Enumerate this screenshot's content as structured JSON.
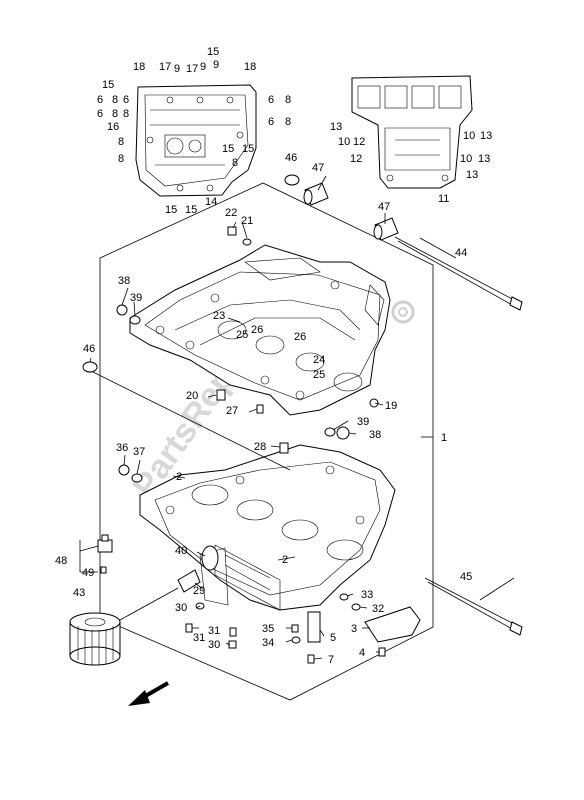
{
  "watermark": "PartsRepublik",
  "callouts": [
    {
      "id": "c15a",
      "label": "15"
    },
    {
      "id": "c9a",
      "label": "9"
    },
    {
      "id": "c18a",
      "label": "18"
    },
    {
      "id": "c17a",
      "label": "17"
    },
    {
      "id": "c9b",
      "label": "9"
    },
    {
      "id": "c17b",
      "label": "17"
    },
    {
      "id": "c9c",
      "label": "9"
    },
    {
      "id": "c18b",
      "label": "18"
    },
    {
      "id": "c15b",
      "label": "15"
    },
    {
      "id": "c6a",
      "label": "6"
    },
    {
      "id": "c8a",
      "label": "8"
    },
    {
      "id": "c6b",
      "label": "6"
    },
    {
      "id": "c8b",
      "label": "8"
    },
    {
      "id": "c16",
      "label": "16"
    },
    {
      "id": "c6c",
      "label": "6"
    },
    {
      "id": "c8c",
      "label": "8"
    },
    {
      "id": "c8d",
      "label": "8"
    },
    {
      "id": "c8e",
      "label": "8"
    },
    {
      "id": "c15c",
      "label": "15"
    },
    {
      "id": "c15d",
      "label": "15"
    },
    {
      "id": "c8f",
      "label": "8"
    },
    {
      "id": "c15e",
      "label": "15"
    },
    {
      "id": "c15f",
      "label": "15"
    },
    {
      "id": "c14",
      "label": "14"
    },
    {
      "id": "c6d",
      "label": "6"
    },
    {
      "id": "c8g",
      "label": "8"
    },
    {
      "id": "c6e",
      "label": "6"
    },
    {
      "id": "c8h",
      "label": "8"
    },
    {
      "id": "c13a",
      "label": "13"
    },
    {
      "id": "c10a",
      "label": "10"
    },
    {
      "id": "c12a",
      "label": "12"
    },
    {
      "id": "c12b",
      "label": "12"
    },
    {
      "id": "c10b",
      "label": "10"
    },
    {
      "id": "c13b",
      "label": "13"
    },
    {
      "id": "c10c",
      "label": "10"
    },
    {
      "id": "c13c",
      "label": "13"
    },
    {
      "id": "c13d",
      "label": "13"
    },
    {
      "id": "c11",
      "label": "11"
    },
    {
      "id": "c46a",
      "label": "46"
    },
    {
      "id": "c47a",
      "label": "47"
    },
    {
      "id": "c22",
      "label": "22"
    },
    {
      "id": "c21",
      "label": "21"
    },
    {
      "id": "c47b",
      "label": "47"
    },
    {
      "id": "c44",
      "label": "44"
    },
    {
      "id": "c38a",
      "label": "38"
    },
    {
      "id": "c39a",
      "label": "39"
    },
    {
      "id": "c23",
      "label": "23"
    },
    {
      "id": "c25a",
      "label": "25"
    },
    {
      "id": "c26a",
      "label": "26"
    },
    {
      "id": "c26b",
      "label": "26"
    },
    {
      "id": "c24",
      "label": "24"
    },
    {
      "id": "c25b",
      "label": "25"
    },
    {
      "id": "c46b",
      "label": "46"
    },
    {
      "id": "c20",
      "label": "20"
    },
    {
      "id": "c27",
      "label": "27"
    },
    {
      "id": "c19",
      "label": "19"
    },
    {
      "id": "c39b",
      "label": "39"
    },
    {
      "id": "c38b",
      "label": "38"
    },
    {
      "id": "c1",
      "label": "1"
    },
    {
      "id": "c28",
      "label": "28"
    },
    {
      "id": "c36",
      "label": "36"
    },
    {
      "id": "c37",
      "label": "37"
    },
    {
      "id": "c2a",
      "label": "2"
    },
    {
      "id": "c2b",
      "label": "2"
    },
    {
      "id": "c48",
      "label": "48"
    },
    {
      "id": "c49",
      "label": "49"
    },
    {
      "id": "c40",
      "label": "40"
    },
    {
      "id": "c29",
      "label": "29"
    },
    {
      "id": "c43",
      "label": "43"
    },
    {
      "id": "c30a",
      "label": "30"
    },
    {
      "id": "c31a",
      "label": "31"
    },
    {
      "id": "c31b",
      "label": "31"
    },
    {
      "id": "c30b",
      "label": "30"
    },
    {
      "id": "c33",
      "label": "33"
    },
    {
      "id": "c32",
      "label": "32"
    },
    {
      "id": "c35",
      "label": "35"
    },
    {
      "id": "c34",
      "label": "34"
    },
    {
      "id": "c5",
      "label": "5"
    },
    {
      "id": "c3",
      "label": "3"
    },
    {
      "id": "c7",
      "label": "7"
    },
    {
      "id": "c4",
      "label": "4"
    },
    {
      "id": "c45",
      "label": "45"
    }
  ]
}
